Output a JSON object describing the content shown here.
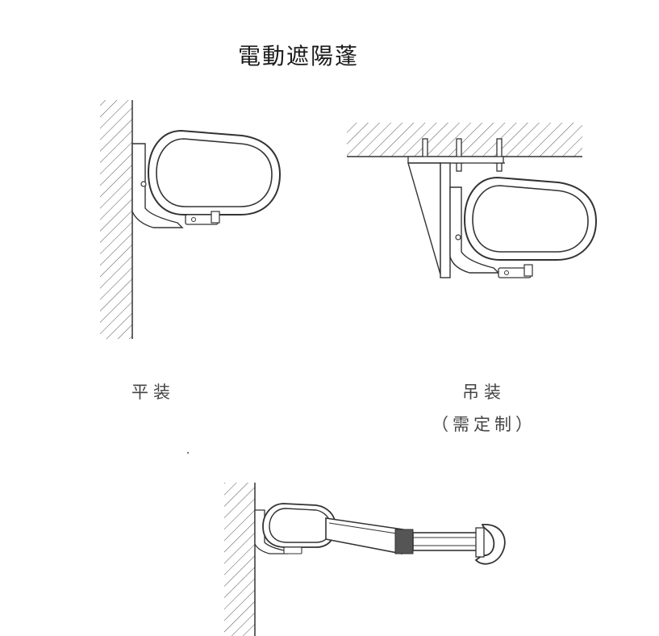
{
  "title": "電動遮陽蓬",
  "diagrams": {
    "wall_mount": {
      "caption": "平装"
    },
    "ceiling_mount": {
      "caption": "吊装",
      "note": "（需定制）"
    },
    "extended": {}
  },
  "colors": {
    "line": "#333333",
    "hatch": "#555555",
    "text": "#444444"
  }
}
